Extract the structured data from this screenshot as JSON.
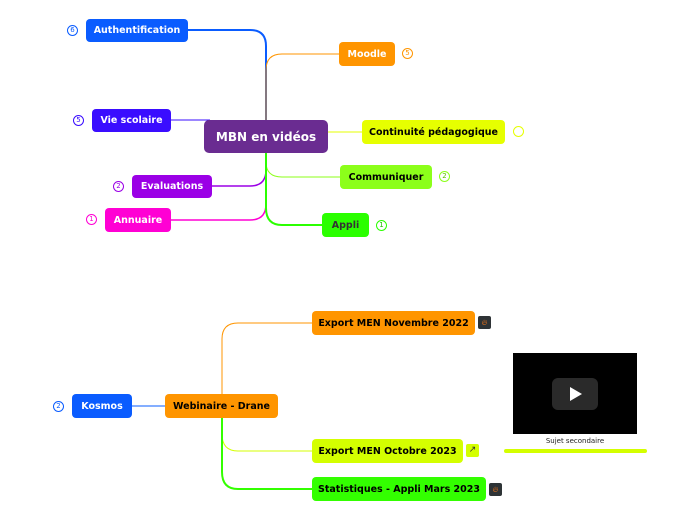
{
  "map1": {
    "root": {
      "label": "MBN en vidéos",
      "color": "#6a2c91"
    },
    "left": [
      {
        "label": "Authentification",
        "count": "6",
        "color": "#0a5cff"
      },
      {
        "label": "Vie scolaire",
        "count": "5",
        "color": "#3a0dff"
      },
      {
        "label": "Evaluations",
        "count": "2",
        "color": "#9b00e6"
      },
      {
        "label": "Annuaire",
        "count": "1",
        "color": "#ff00d4"
      }
    ],
    "right": [
      {
        "label": "Moodle",
        "count": "5",
        "color": "#ff9500"
      },
      {
        "label": "Continuité pédagogique",
        "count": "",
        "color": "#e6ff00"
      },
      {
        "label": "Communiquer",
        "count": "2",
        "color": "#8cff1a"
      },
      {
        "label": "Appli",
        "count": "1",
        "color": "#2bff00"
      }
    ]
  },
  "map2": {
    "left": {
      "label": "Kosmos",
      "count": "2",
      "color": "#0a5cff"
    },
    "root": {
      "label": "Webinaire - Drane",
      "color": "#ff9500"
    },
    "children": [
      {
        "label": "Export MEN Novembre 2022",
        "color": "#ff9500",
        "icon": "flame-icon"
      },
      {
        "label": "Export MEN Octobre 2023",
        "color": "#d4ff00",
        "icon": "external-link-icon"
      },
      {
        "label": "Statistiques - Appli Mars 2023",
        "color": "#33ff00",
        "icon": "flame-icon"
      }
    ],
    "video": {
      "caption": "Sujet secondaire"
    }
  }
}
